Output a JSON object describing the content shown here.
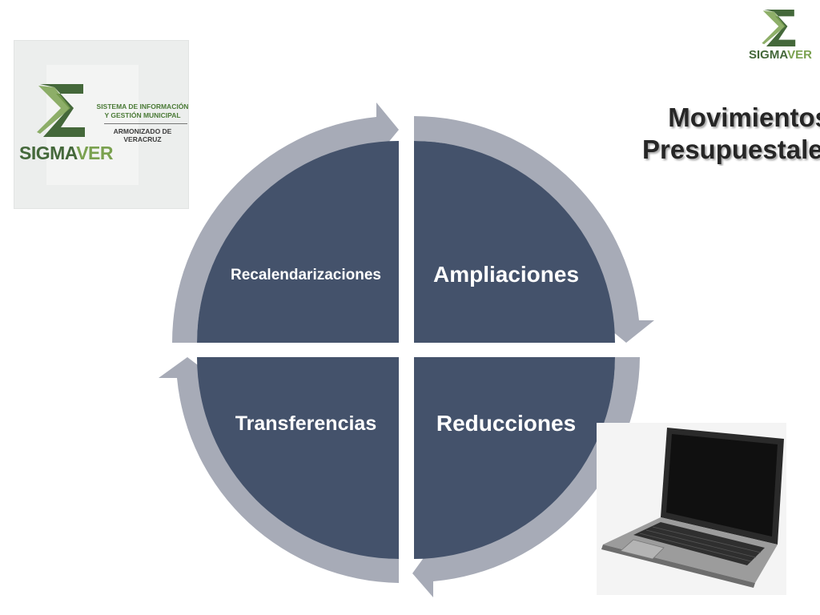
{
  "logo": {
    "tagline_1": "SISTEMA DE INFORMACIÓN",
    "tagline_2": "Y GESTIÓN MUNICIPAL",
    "tagline_3": "ARMONIZADO DE VERACRUZ",
    "word_main": "SIGMA",
    "word_tail": "VER",
    "icon": "sigma-icon"
  },
  "corner_brand": {
    "word_main": "SIGMA",
    "word_tail": "VER",
    "icon": "sigma-icon"
  },
  "title": {
    "line1": "Movimientos",
    "line2": "Presupuestales"
  },
  "cycle": {
    "quadrants": [
      {
        "id": "top-left",
        "label": "Recalendarizaciones"
      },
      {
        "id": "top-right",
        "label": "Ampliaciones"
      },
      {
        "id": "bottom-right",
        "label": "Reducciones"
      },
      {
        "id": "bottom-left",
        "label": "Transferencias"
      }
    ]
  },
  "colors": {
    "quadrant_fill": "#44526b",
    "arrow_ring": "#a7abb7",
    "brand_dark_green": "#44683a",
    "brand_light_green": "#7aa14f",
    "title_text": "#262626"
  },
  "images": {
    "laptop": "laptop-photo"
  }
}
